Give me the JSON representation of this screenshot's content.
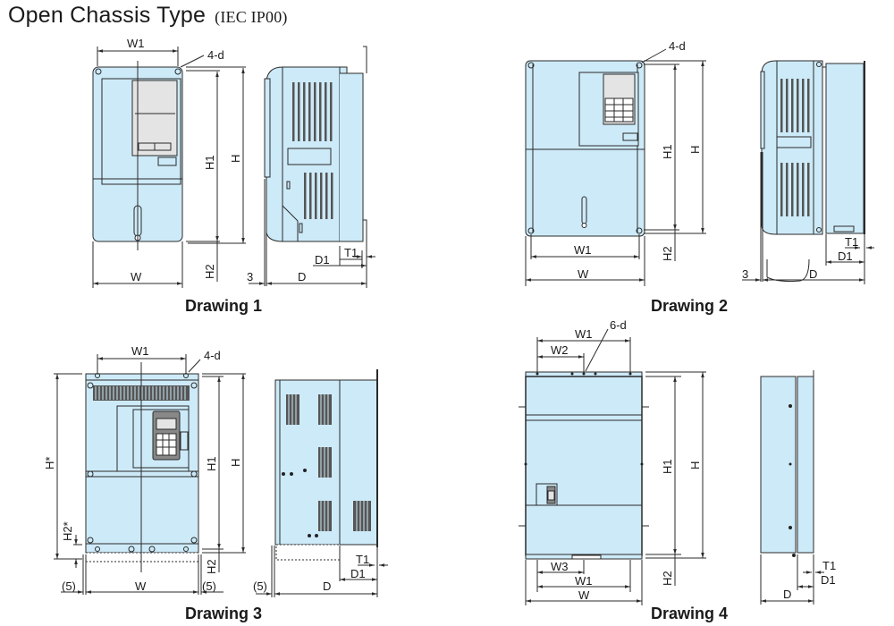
{
  "header": {
    "title": "Open Chassis Type",
    "subtitle": "(IEC IP00)"
  },
  "colors": {
    "body_fill": "#cdeaf8",
    "panel_fill": "#e4e4e4",
    "line": "#2a2a2a",
    "vent": "#555555"
  },
  "drawings": [
    {
      "caption": "Drawing 1",
      "front_labels": {
        "w1": "W1",
        "mount": "4-d",
        "h1": "H1",
        "h": "H",
        "w": "W",
        "h2": "H2"
      },
      "side_labels": {
        "clearance": "3",
        "d": "D",
        "d1": "D1",
        "t1": "T1"
      }
    },
    {
      "caption": "Drawing 2",
      "front_labels": {
        "mount": "4-d",
        "h1": "H1",
        "h": "H",
        "w1": "W1",
        "w": "W",
        "h2": "H2"
      },
      "side_labels": {
        "clearance": "3",
        "d": "D",
        "d1": "D1",
        "t1": "T1"
      }
    },
    {
      "caption": "Drawing 3",
      "front_labels": {
        "w1": "W1",
        "mount": "4-d",
        "h_star": "H*",
        "h2_star": "H2*",
        "h1": "H1",
        "h": "H",
        "h2": "H2",
        "w": "W",
        "gap_left": "(5)",
        "gap_right": "(5)"
      },
      "side_labels": {
        "clearance": "(5)",
        "d": "D",
        "d1": "D1",
        "t1": "T1"
      }
    },
    {
      "caption": "Drawing 4",
      "front_labels": {
        "w1_top": "W1",
        "w2": "W2",
        "mount": "6-d",
        "h1": "H1",
        "h": "H",
        "w3": "W3",
        "w1_bottom": "W1",
        "w": "W",
        "h2": "H2"
      },
      "side_labels": {
        "t1": "T1",
        "d1": "D1",
        "d": "D"
      }
    }
  ]
}
